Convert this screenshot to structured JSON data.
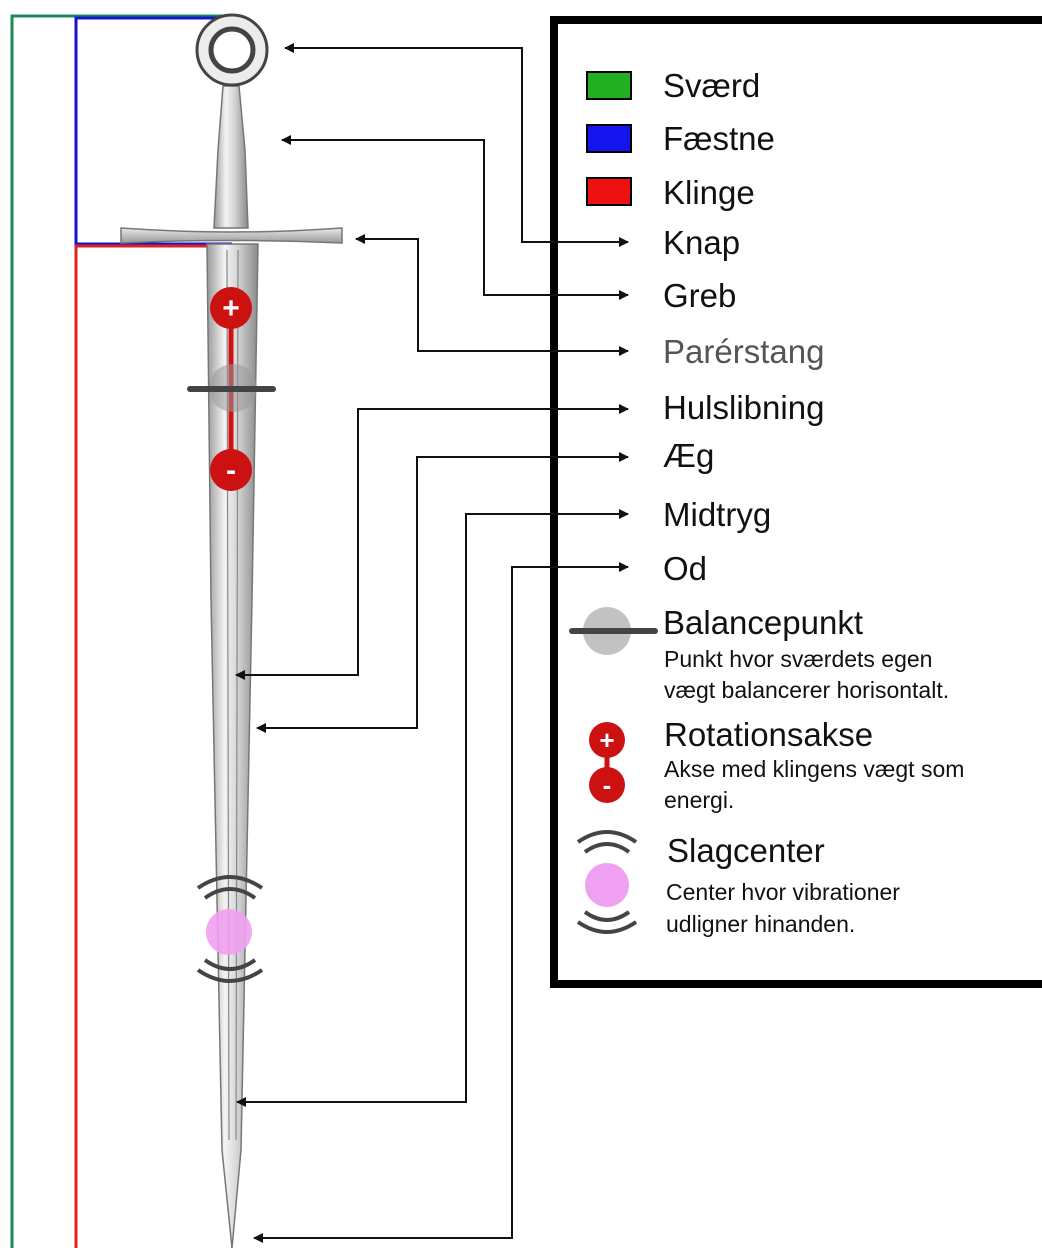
{
  "legend": {
    "regions": [
      {
        "label": "Sværd",
        "color": "#22b022"
      },
      {
        "label": "Fæstne",
        "color": "#1414ee"
      },
      {
        "label": "Klinge",
        "color": "#ee1111"
      }
    ],
    "parts": [
      {
        "label": "Knap",
        "color": "#111111"
      },
      {
        "label": "Greb",
        "color": "#111111"
      },
      {
        "label": "Parérstang",
        "color": "#555555"
      },
      {
        "label": "Hulslibning",
        "color": "#111111"
      },
      {
        "label": "Æg",
        "color": "#111111"
      },
      {
        "label": "Midtryg",
        "color": "#111111"
      },
      {
        "label": "Od",
        "color": "#111111"
      }
    ],
    "balance": {
      "title": "Balancepunkt",
      "desc_line1": "Punkt hvor sværdets egen",
      "desc_line2": "vægt balancerer horisontalt."
    },
    "rotation": {
      "title": "Rotationsakse",
      "desc_line1": "Akse med klingens vægt som",
      "desc_line2": "energi."
    },
    "percussion": {
      "title": "Slagcenter",
      "desc_line1": "Center hvor vibrationer",
      "desc_line2": "udligner hinanden."
    }
  },
  "symbols": {
    "plus": "+",
    "minus": "-"
  },
  "colors": {
    "sword_bracket": "#1a8a5a",
    "hilt_bracket": "#1414cc",
    "blade_bracket": "#dd2222",
    "rotation": "#cc1111",
    "percussion": "#f0a0f0",
    "balance": "#999999"
  }
}
